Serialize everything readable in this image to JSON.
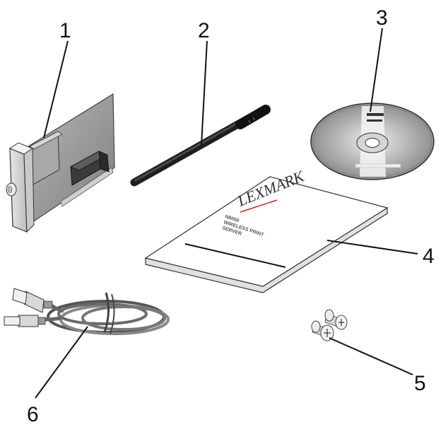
{
  "callouts": [
    {
      "id": "1",
      "label": "1"
    },
    {
      "id": "2",
      "label": "2"
    },
    {
      "id": "3",
      "label": "3"
    },
    {
      "id": "4",
      "label": "4"
    },
    {
      "id": "5",
      "label": "5"
    },
    {
      "id": "6",
      "label": "6"
    }
  ],
  "manual": {
    "brand": "LEXMARK",
    "model": "N8050",
    "line1": "WIRELESS PRINT",
    "line2": "SERVER"
  },
  "colors": {
    "ink": "#111111",
    "device_gray": "#999999",
    "light_gray": "#dddddd",
    "brand_red": "#cc2222"
  },
  "icons": [
    "network-card-icon",
    "antenna-icon",
    "cd-icon",
    "manual-icon",
    "screws-icon",
    "usb-cable-icon"
  ]
}
